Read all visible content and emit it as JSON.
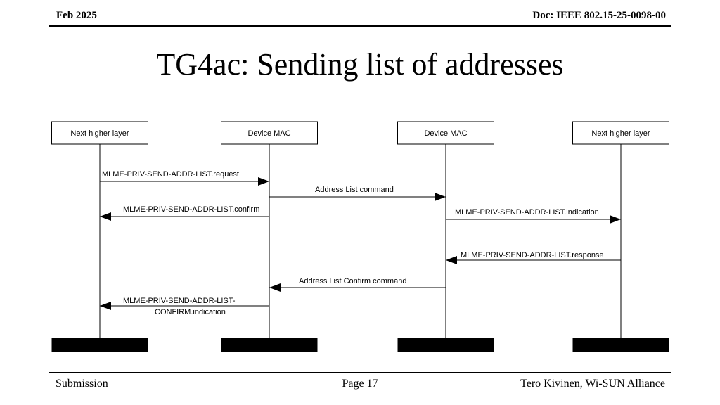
{
  "header": {
    "date": "Feb 2025",
    "doc_id": "Doc: IEEE 802.15-25-0098-00"
  },
  "title": "TG4ac: Sending list of addresses",
  "diagram": {
    "lifelines": [
      {
        "label": "Next higher layer"
      },
      {
        "label": "Device MAC"
      },
      {
        "label": "Device MAC"
      },
      {
        "label": "Next higher layer"
      }
    ],
    "messages": [
      {
        "from": 0,
        "to": 1,
        "lines": [
          "MLME-PRIV-SEND-ADDR-LIST.request"
        ]
      },
      {
        "from": 1,
        "to": 2,
        "lines": [
          "Address List command"
        ]
      },
      {
        "from": 1,
        "to": 0,
        "lines": [
          "MLME-PRIV-SEND-ADDR-LIST.confirm"
        ]
      },
      {
        "from": 2,
        "to": 3,
        "lines": [
          "MLME-PRIV-SEND-ADDR-LIST.indication"
        ]
      },
      {
        "from": 3,
        "to": 2,
        "lines": [
          "MLME-PRIV-SEND-ADDR-LIST.response"
        ]
      },
      {
        "from": 2,
        "to": 1,
        "lines": [
          "Address List Confirm command"
        ]
      },
      {
        "from": 1,
        "to": 0,
        "lines": [
          "MLME-PRIV-SEND-ADDR-LIST-",
          "CONFIRM.indication"
        ]
      }
    ]
  },
  "footer": {
    "left": "Submission",
    "center": "Page 17",
    "right": "Tero Kivinen, Wi-SUN Alliance"
  }
}
